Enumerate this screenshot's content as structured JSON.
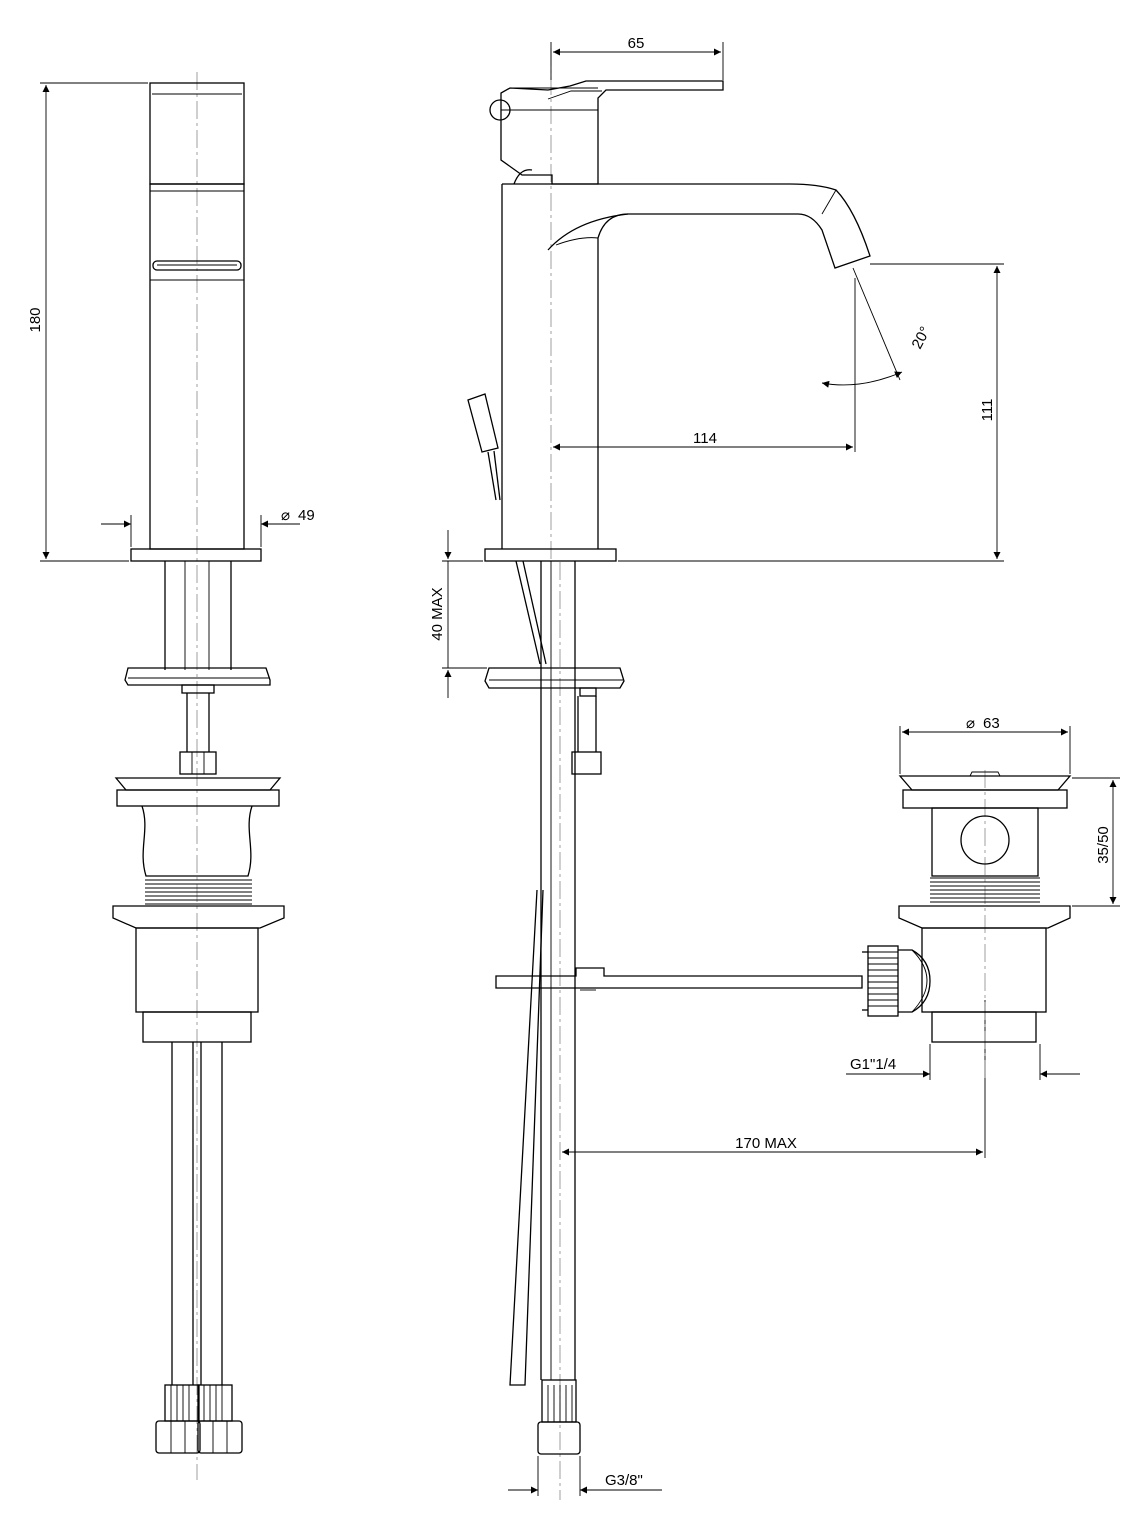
{
  "dimensions": {
    "height_total": "180",
    "diameter_body": "49",
    "lever_length": "65",
    "spout_angle": "20°",
    "spout_height": "111",
    "spout_reach": "114",
    "counter_thickness": "40 MAX",
    "diameter_waste": "63",
    "waste_height": "35/50",
    "waste_thread": "G1\"1/4",
    "rod_max": "170 MAX",
    "hose_thread": "G3/8\""
  },
  "symbols": {
    "diameter": "⌀"
  }
}
